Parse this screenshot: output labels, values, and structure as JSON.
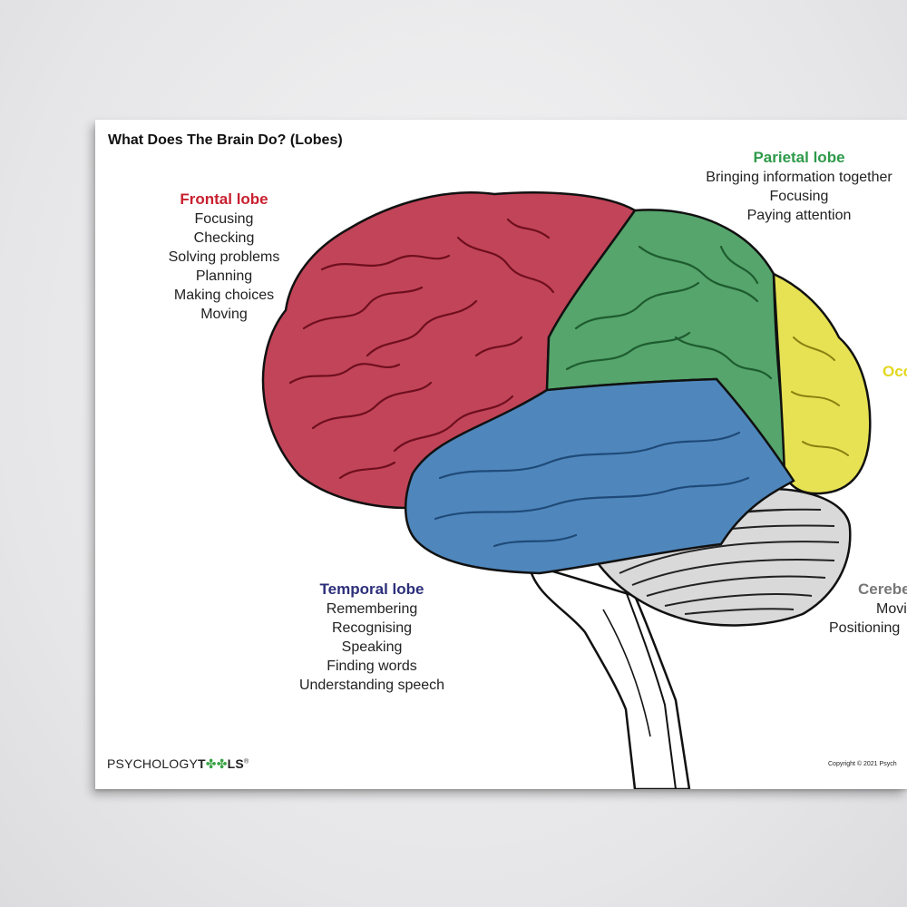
{
  "title": "What Does The Brain Do? (Lobes)",
  "colors": {
    "frontal": "#c24458",
    "parietal": "#55a56c",
    "occipital": "#e7e253",
    "temporal": "#4f87bd",
    "cerebellum": "#d9d9d9",
    "frontal_label": "#c8202f",
    "parietal_label": "#2e9a4a",
    "temporal_label": "#2c2f7a",
    "occipital_label": "#e2d81e",
    "cerebellum_label": "#777777"
  },
  "lobes": {
    "frontal": {
      "title": "Frontal lobe",
      "items": [
        "Focusing",
        "Checking",
        "Solving problems",
        "Planning",
        "Making choices",
        "Moving"
      ]
    },
    "parietal": {
      "title": "Parietal lobe",
      "items": [
        "Bringing information together",
        "Focusing",
        "Paying attention"
      ]
    },
    "temporal": {
      "title": "Temporal lobe",
      "items": [
        "Remembering",
        "Recognising",
        "Speaking",
        "Finding words",
        "Understanding speech"
      ]
    },
    "occipital": {
      "title": "Occ"
    },
    "cerebellum": {
      "title": "Cerebe",
      "items": [
        "Movi",
        "Positioning"
      ]
    }
  },
  "footer": {
    "logo_part1": "PSYCHOLOGY",
    "logo_part2": "T",
    "logo_part3": "LS",
    "logo_clover": "✤✤",
    "logo_mark": "®",
    "copyright": "Copyright © 2021 Psych"
  }
}
